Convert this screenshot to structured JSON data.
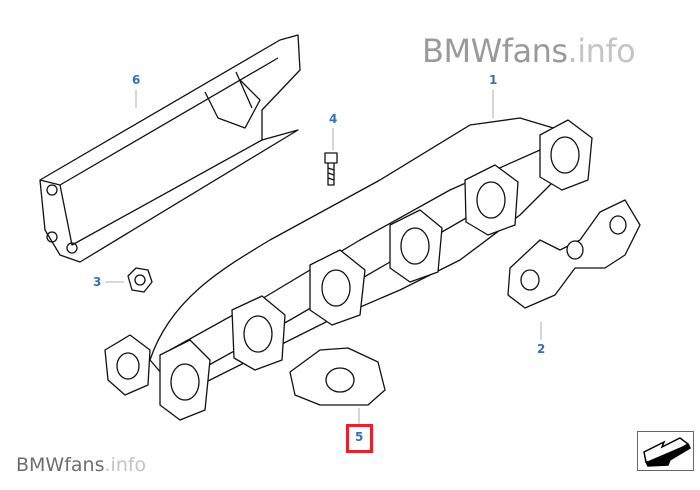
{
  "watermark_top": {
    "brand": "BMWfans",
    "suffix": ".info"
  },
  "watermark_bottom": {
    "brand": "BMWfans",
    "suffix": ".info"
  },
  "callouts": [
    {
      "label": "1"
    },
    {
      "label": "2"
    },
    {
      "label": "3"
    },
    {
      "label": "4"
    },
    {
      "label": "5"
    },
    {
      "label": "6"
    }
  ],
  "selected_callout": "5",
  "colors": {
    "callout": "#3a6fb5",
    "highlight": "#e8202a"
  },
  "nav_button_icon": "arrow-back-icon"
}
